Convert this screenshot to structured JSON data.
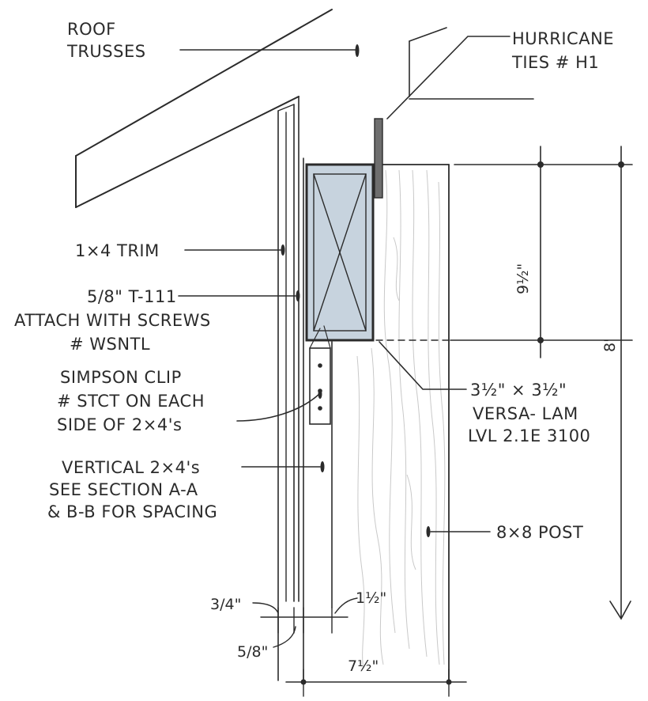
{
  "labels": {
    "roof_trusses": [
      "ROOF",
      "TRUSSES"
    ],
    "hurricane_ties": [
      "HURRICANE",
      "TIES # H1"
    ],
    "trim": "1×4 TRIM",
    "t111": [
      "5/8\" T-111",
      "ATTACH WITH SCREWS",
      "# WSNTL"
    ],
    "simpson_clip": [
      "SIMPSON CLIP",
      "# STCT ON EACH",
      "SIDE OF 2×4's"
    ],
    "vertical_2x4": [
      "VERTICAL 2×4's",
      "SEE SECTION A-A",
      "& B-B FOR SPACING"
    ],
    "versa_lam": [
      "3½\" × 3½\"",
      "VERSA- LAM",
      "LVL 2.1E 3100"
    ],
    "post": "8×8 POST"
  },
  "dimensions": {
    "beam_height": "9½\"",
    "total_height": "8'",
    "trim_thickness": "3/4\"",
    "siding_thickness": "5/8\"",
    "stud_thickness": "1½\"",
    "post_width": "7½\""
  },
  "colors": {
    "ink": "#2b2b2b",
    "beam_fill": "#c7d3de",
    "post_grain": "#c9c9c9"
  }
}
